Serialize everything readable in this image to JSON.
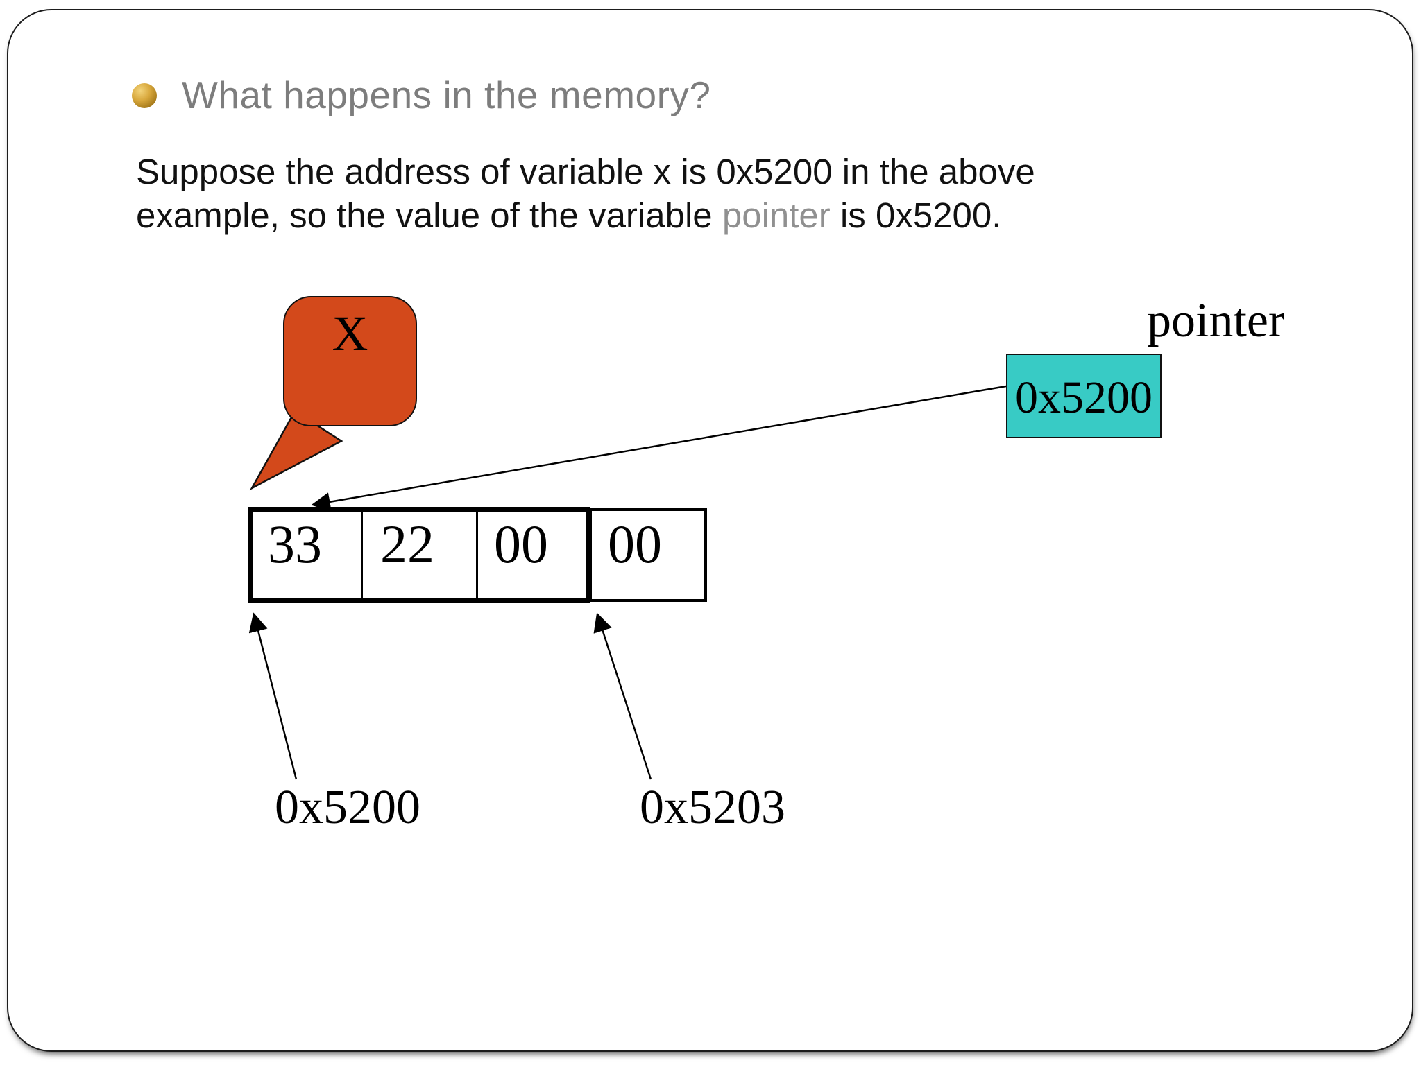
{
  "slide": {
    "title": "What happens in the memory?",
    "body_line1": "Suppose the address of variable x is 0x5200 in the above",
    "body_line2_pre": "example, so the value of the variable ",
    "body_line2_highlight": "pointer",
    "body_line2_post": " is 0x5200."
  },
  "diagram": {
    "bubble_label": "X",
    "pointer_name_label": "pointer",
    "pointer_value": "0x5200",
    "memory": {
      "cells": [
        "33",
        "22",
        "00",
        "00"
      ]
    },
    "address_left": "0x5200",
    "address_right": "0x5203"
  },
  "colors": {
    "bubble_fill": "#d3491b",
    "pointer_fill": "#38cbc5",
    "title_gray": "#7d7d7d",
    "pointer_word_gray": "#909090"
  }
}
